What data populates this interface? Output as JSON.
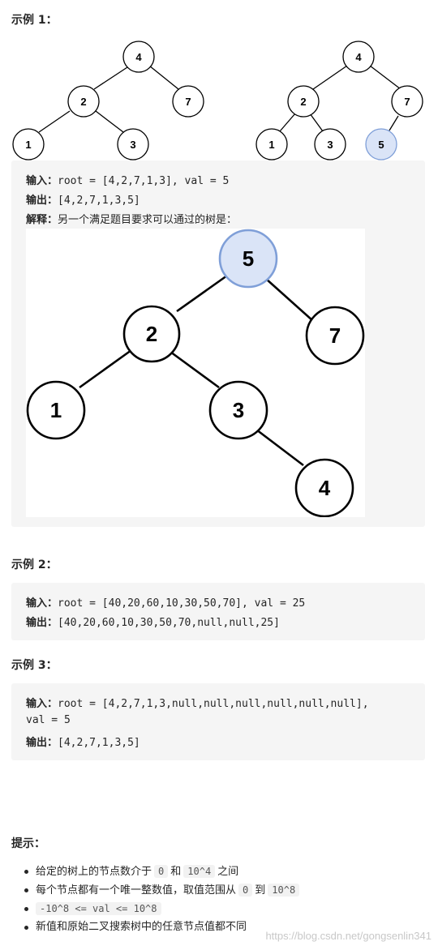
{
  "example1": {
    "heading": "示例 1：",
    "tree_left": {
      "nodes": [
        "4",
        "2",
        "7",
        "1",
        "3"
      ]
    },
    "tree_right": {
      "nodes": [
        "4",
        "2",
        "7",
        "1",
        "3",
        "5"
      ]
    },
    "input_label": "输入：",
    "input_value": "root = [4,2,7,1,3], val = 5",
    "output_label": "输出：",
    "output_value": "[4,2,7,1,3,5]",
    "explain_label": "解释：",
    "explain_text": "另一个满足题目要求可以通过的树是：",
    "tree_explain": {
      "nodes": [
        "5",
        "2",
        "7",
        "1",
        "3",
        "4"
      ]
    }
  },
  "example2": {
    "heading": "示例 2：",
    "input_label": "输入：",
    "input_value": "root = [40,20,60,10,30,50,70], val = 25",
    "output_label": "输出：",
    "output_value": "[40,20,60,10,30,50,70,null,null,25]"
  },
  "example3": {
    "heading": "示例 3：",
    "input_label": "输入：",
    "input_value": "root = [4,2,7,1,3,null,null,null,null,null,null],",
    "input_value2": "val = 5",
    "output_label": "输出：",
    "output_value": "[4,2,7,1,3,5]"
  },
  "tips": {
    "heading": "提示：",
    "items": [
      {
        "before": "给定的树上的节点数介于",
        "code1": "0",
        "mid": "和",
        "code2": "10^4",
        "after": "之间"
      },
      {
        "before": "每个节点都有一个唯一整数值，取值范围从",
        "code1": "0",
        "mid": "到",
        "code2": "10^8",
        "after": ""
      },
      {
        "code": "-10^8 <= val <= 10^8"
      },
      {
        "text": "新值和原始二叉搜索树中的任意节点值都不同"
      }
    ]
  },
  "watermark": "https://blog.csdn.net/gongsenlin341",
  "colors": {
    "highlight_fill": "#dae4f7",
    "highlight_stroke": "#7f9fd8",
    "block_bg": "#f5f5f5"
  }
}
